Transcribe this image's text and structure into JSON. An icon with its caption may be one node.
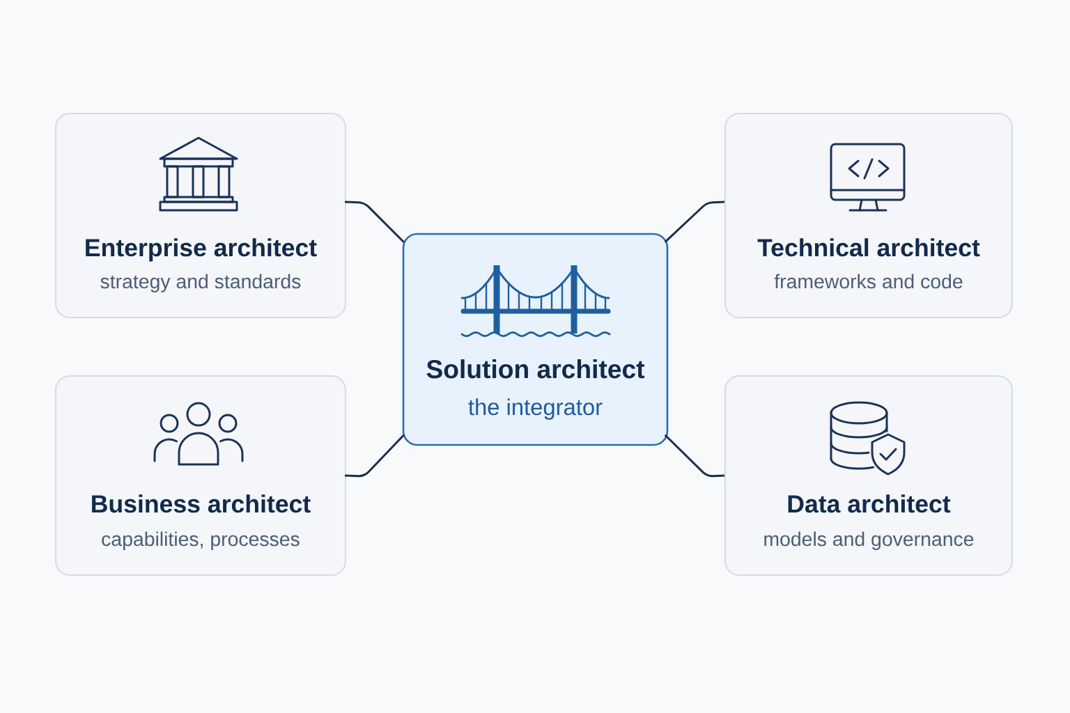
{
  "diagram": {
    "nodes": [
      {
        "text": [
          "Enterprise architect",
          "strategy and standards"
        ]
      },
      {
        "text": [
          "Technical architect",
          "frameworks and code"
        ]
      },
      {
        "text": [
          "Solution architect",
          "the integrator"
        ]
      },
      {
        "text": [
          "Business architect",
          "capabilities, processes"
        ]
      },
      {
        "text": [
          "Data architect",
          "models and governance"
        ]
      }
    ],
    "edges": [
      {
        "from": 0,
        "to": 2,
        "arrow": "none"
      },
      {
        "from": 1,
        "to": 2,
        "arrow": "none"
      },
      {
        "from": 3,
        "to": 2,
        "arrow": "none"
      },
      {
        "from": 4,
        "to": 2,
        "arrow": "none"
      }
    ]
  }
}
